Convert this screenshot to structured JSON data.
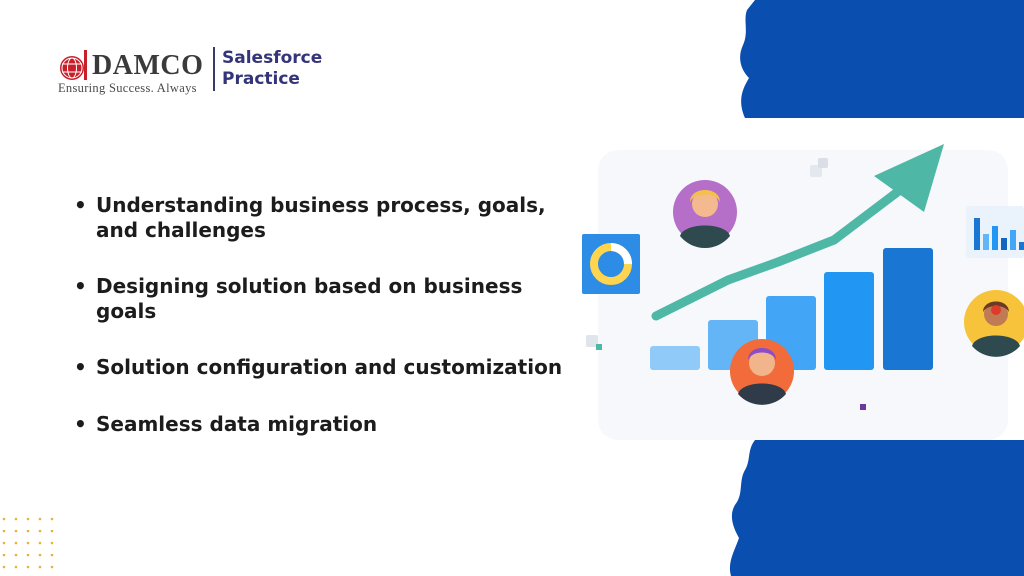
{
  "logo": {
    "brand": "DAMCO",
    "tagline": "Ensuring Success. Always",
    "practice_line1": "Salesforce",
    "practice_line2": "Practice"
  },
  "bullets": [
    {
      "line1": "Understanding business process, goals,",
      "line2": "and challenges"
    },
    {
      "line1": "Designing solution based on business",
      "line2": "goals"
    },
    {
      "line1": "Solution configuration and customization",
      "line2": ""
    },
    {
      "line1": "Seamless data migration",
      "line2": ""
    }
  ],
  "colors": {
    "blue_shape": "#0a4fb0",
    "brand_text": "#34347a",
    "logo_red": "#c8202a",
    "arrow": "#4fb7a6",
    "bar_light": "#64b5f6",
    "bar_mid": "#2196f3",
    "bar_dark": "#1976d2"
  },
  "icons": [
    "globe-logo-icon",
    "growth-arrow-icon",
    "donut-chart-icon",
    "mini-bar-chart-icon",
    "avatar-icon"
  ]
}
